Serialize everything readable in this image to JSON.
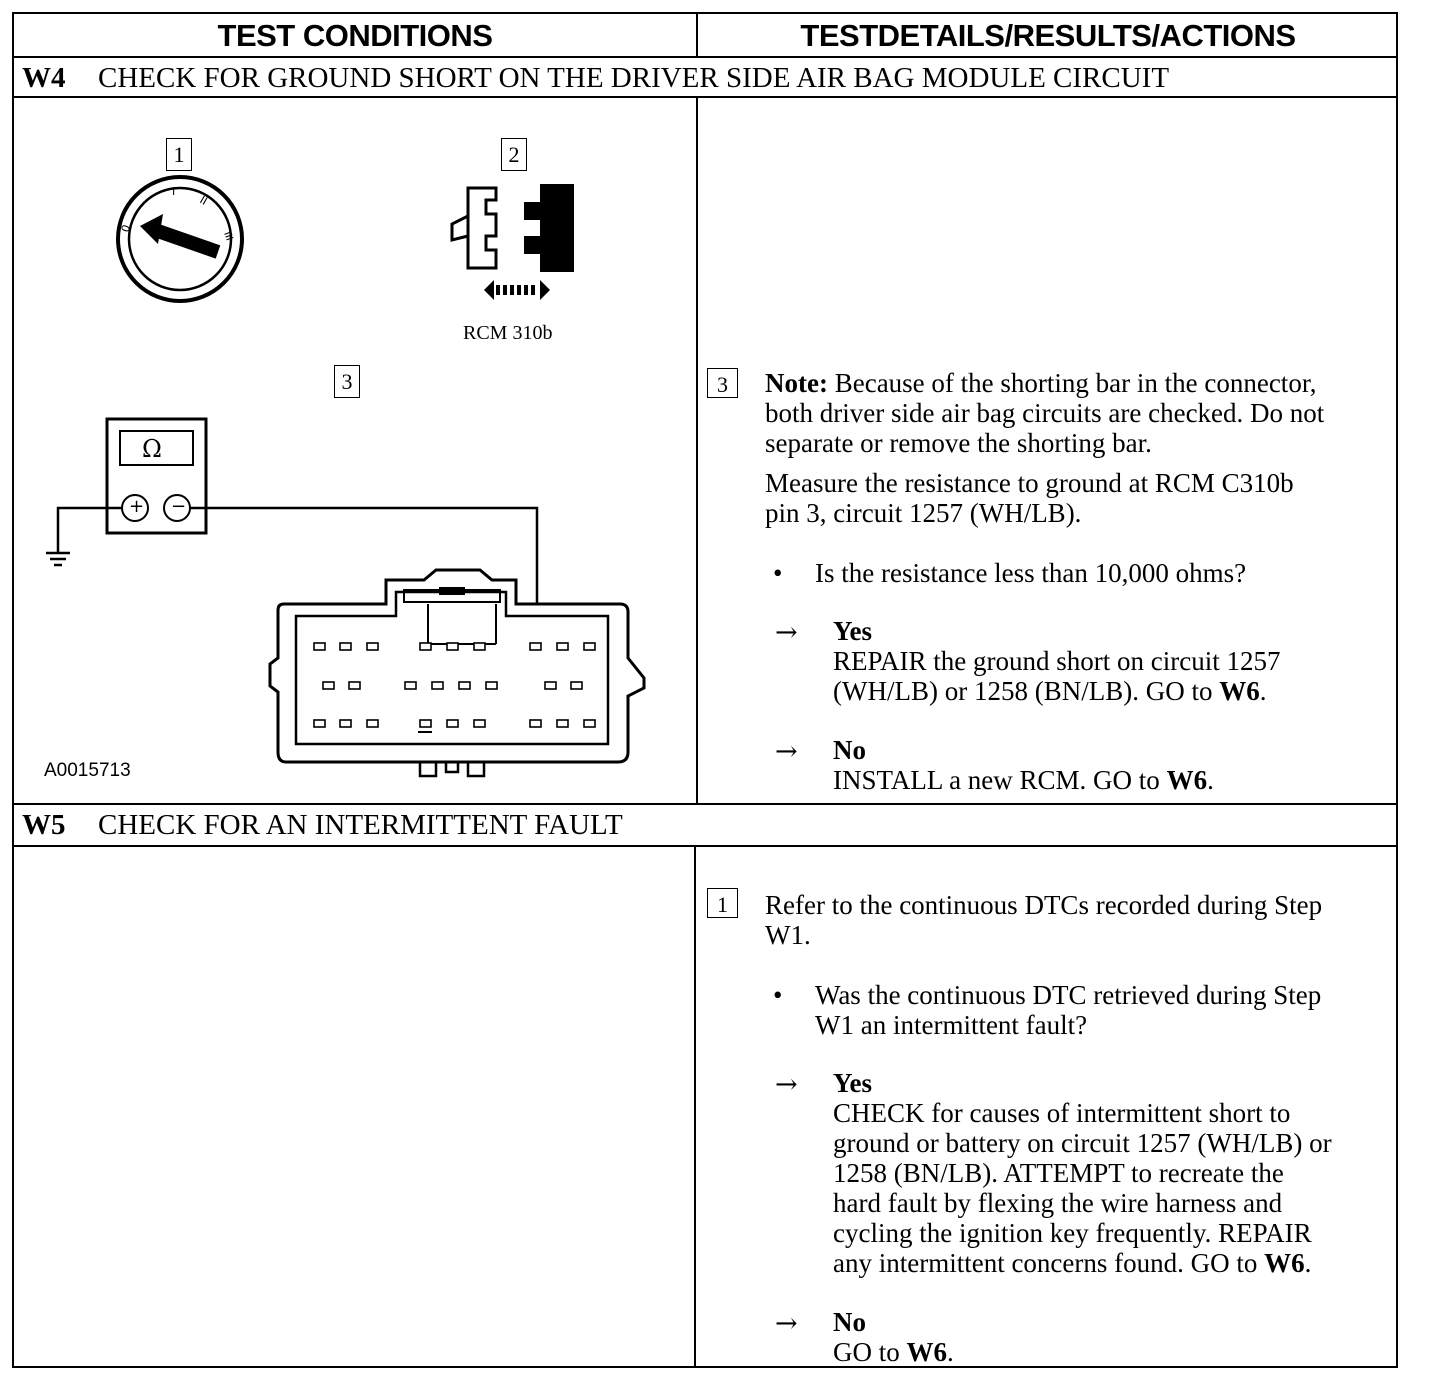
{
  "header": {
    "col_left": "TEST CONDITIONS",
    "col_right": "TESTDETAILS/RESULTS/ACTIONS"
  },
  "w4": {
    "id": "W4",
    "title": "CHECK FOR GROUND SHORT ON THE DRIVER SIDE AIR BAG MODULE CIRCUIT",
    "figure": {
      "step1": "1",
      "step2": "2",
      "step3": "3",
      "connector_label": "RCM 310b",
      "meter_symbol": "Ω",
      "plus_symbol": "+",
      "minus_symbol": "−",
      "figure_code": "A0015713"
    },
    "detail": {
      "step_num": "3",
      "note_label": "Note:",
      "note_line1": " Because of the shorting bar in the connector,",
      "note_line2": "both driver side air bag circuits are checked. Do not",
      "note_line3": "separate or remove the shorting bar.",
      "measure_line1": "Measure the resistance to ground at RCM C310b",
      "measure_line2": "pin 3, circuit 1257 (WH/LB).",
      "question": "Is the resistance less than 10,000 ohms?",
      "yes_label": "Yes",
      "yes_line1": "REPAIR the ground short on circuit 1257",
      "yes_line2_a": "(WH/LB) or 1258 (BN/LB). GO to ",
      "yes_line2_b": "W6",
      "no_label": "No",
      "no_line1_a": "INSTALL a new RCM. GO to ",
      "no_line1_b": "W6"
    }
  },
  "w5": {
    "id": "W5",
    "title": "CHECK FOR AN INTERMITTENT FAULT",
    "detail": {
      "step_num": "1",
      "refer_line1": "Refer to the continuous DTCs recorded during Step",
      "refer_line2": "W1.",
      "question_line1": "Was the continuous DTC retrieved during Step",
      "question_line2": "W1 an intermittent fault?",
      "yes_label": "Yes",
      "yes_line1": "CHECK for causes of intermittent short to",
      "yes_line2": "ground or battery on circuit 1257 (WH/LB) or",
      "yes_line3": "1258 (BN/LB). ATTEMPT to recreate the",
      "yes_line4": "hard fault by flexing the wire harness and",
      "yes_line5": "cycling the ignition key frequently. REPAIR",
      "yes_line6_a": "any intermittent concerns found.  GO to ",
      "yes_line6_b": "W6",
      "no_label": "No",
      "no_line1_a": "GO to ",
      "no_line1_b": "W6"
    }
  },
  "symbols": {
    "bullet": "•",
    "arrow": "→",
    "period": "."
  }
}
